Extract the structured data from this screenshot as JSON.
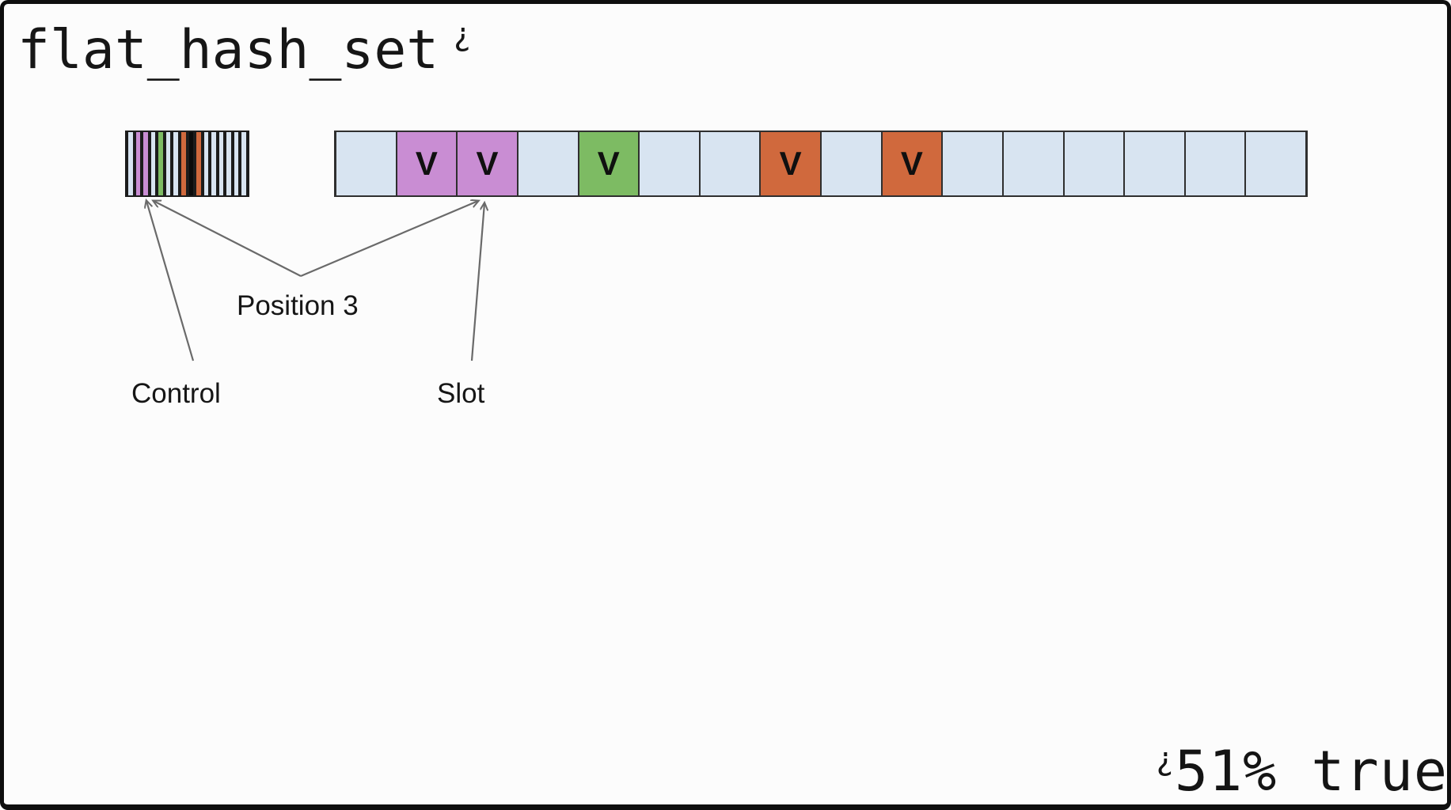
{
  "slide": {
    "title": "flat_hash_set",
    "title_superscript": "¿",
    "watermark_superscript": "¿",
    "watermark_text": "51% true"
  },
  "labels": {
    "position": "Position 3",
    "control": "Control",
    "slot": "Slot"
  },
  "value_glyph": "V",
  "colors": {
    "background": "#fcfcfc",
    "frame_border": "#0e0e0e",
    "empty": "#d8e4f1",
    "purple": "#c98dd3",
    "green": "#7dbb63",
    "orange": "#d0693d",
    "deleted": "#0b0b0b",
    "stripe_border": "#1c1c1c",
    "cell_border": "#2f2f2f",
    "arrow": "#6a6a6a",
    "text": "#161616"
  },
  "control_array": {
    "description": "16 control bytes drawn as thin vertical stripes",
    "states": [
      "empty",
      "purple",
      "purple",
      "empty",
      "green",
      "empty",
      "empty",
      "orange",
      "deleted",
      "orange",
      "empty",
      "empty",
      "empty",
      "empty",
      "empty",
      "empty"
    ]
  },
  "slot_array": {
    "description": "16 slots; V marks an occupied slot",
    "cells": [
      {
        "state": "empty",
        "value": ""
      },
      {
        "state": "purple",
        "value": "V"
      },
      {
        "state": "purple",
        "value": "V"
      },
      {
        "state": "empty",
        "value": ""
      },
      {
        "state": "green",
        "value": "V"
      },
      {
        "state": "empty",
        "value": ""
      },
      {
        "state": "empty",
        "value": ""
      },
      {
        "state": "orange",
        "value": "V"
      },
      {
        "state": "empty",
        "value": ""
      },
      {
        "state": "orange",
        "value": "V"
      },
      {
        "state": "empty",
        "value": ""
      },
      {
        "state": "empty",
        "value": ""
      },
      {
        "state": "empty",
        "value": ""
      },
      {
        "state": "empty",
        "value": ""
      },
      {
        "state": "empty",
        "value": ""
      },
      {
        "state": "empty",
        "value": ""
      }
    ]
  }
}
